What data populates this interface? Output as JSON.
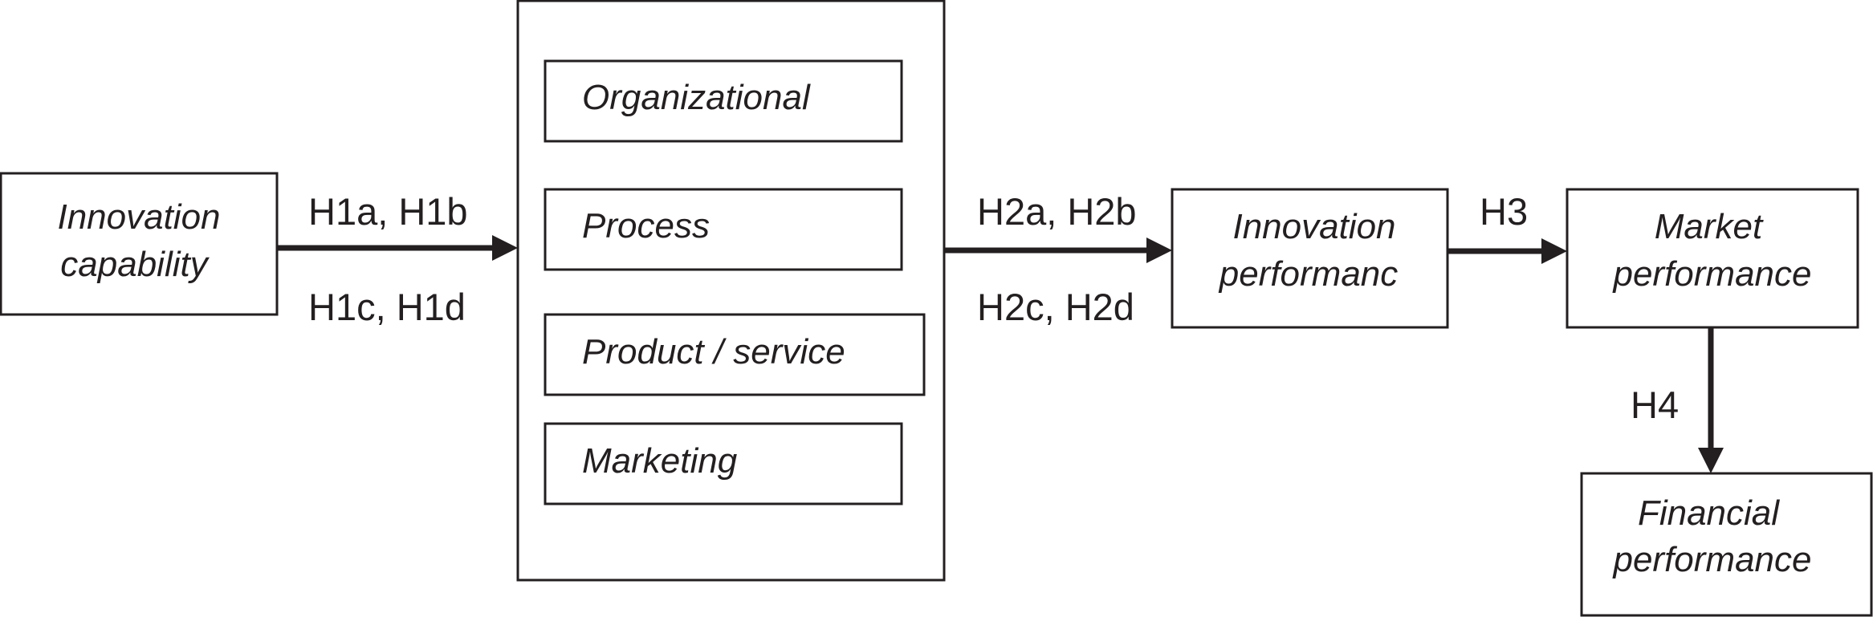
{
  "diagram": {
    "innovation_capability": {
      "line1": "Innovation",
      "line2": "capability"
    },
    "innovation_types": {
      "organizational": "Organizational",
      "process": "Process",
      "product_service": "Product / service",
      "marketing": "Marketing"
    },
    "innovation_performance": {
      "line1": "Innovation",
      "line2": "performanc"
    },
    "market_performance": {
      "line1": "Market",
      "line2": "performance"
    },
    "financial_performance": {
      "line1": "Financial",
      "line2": "performance"
    },
    "hypotheses": {
      "h1_top": "H1a, H1b",
      "h1_bottom": "H1c, H1d",
      "h2_top": "H2a, H2b",
      "h2_bottom": "H2c, H2d",
      "h3": "H3",
      "h4": "H4"
    },
    "colors": {
      "ink": "#231f20",
      "background": "#ffffff"
    }
  }
}
